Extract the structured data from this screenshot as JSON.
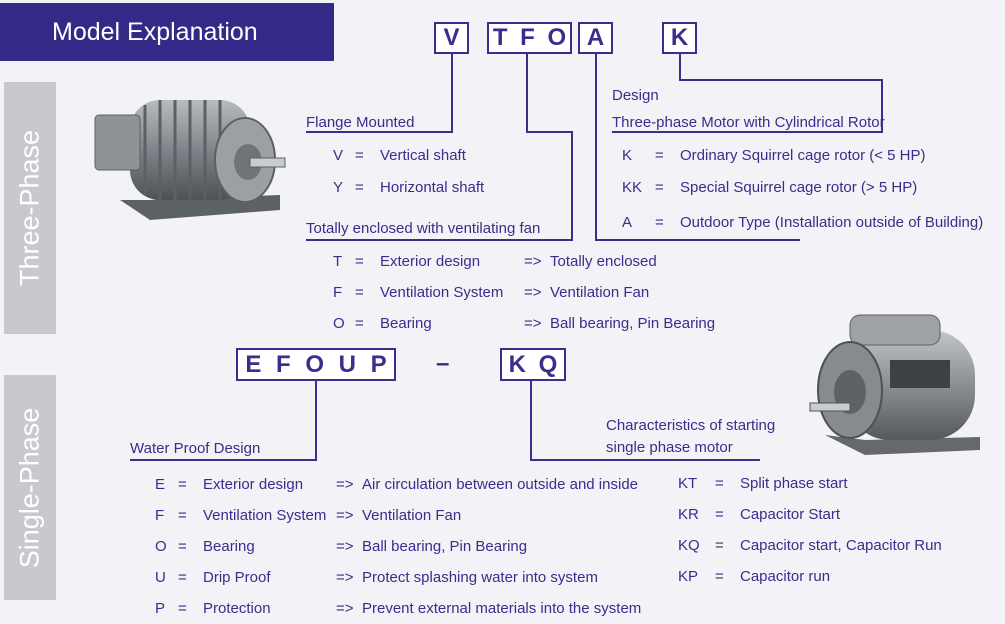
{
  "title": "Model Explanation",
  "side_tabs": {
    "three_phase": "Three-Phase",
    "single_phase": "Single-Phase"
  },
  "three_phase_code": {
    "left": "V",
    "middle": "T F O",
    "a": "A",
    "right": "K"
  },
  "flange": {
    "heading": "Flange Mounted",
    "items": [
      {
        "code": "V",
        "eq": "=",
        "desc": "Vertical shaft"
      },
      {
        "code": "Y",
        "eq": "=",
        "desc": "Horizontal shaft"
      }
    ]
  },
  "design": {
    "label": "Design",
    "heading": "Three-phase Motor with Cylindrical Rotor",
    "items": [
      {
        "code": "K",
        "eq": "=",
        "desc": "Ordinary Squirrel cage rotor (< 5 HP)"
      },
      {
        "code": "KK",
        "eq": "=",
        "desc": "Special Squirrel cage rotor (> 5 HP)"
      },
      {
        "code": "A",
        "eq": "=",
        "desc": "Outdoor Type (Installation outside of Building)"
      }
    ]
  },
  "tefc": {
    "heading": "Totally enclosed with ventilating fan",
    "items": [
      {
        "code": "T",
        "eq": "=",
        "desc": "Exterior design",
        "arrow": "=>",
        "result": "Totally enclosed"
      },
      {
        "code": "F",
        "eq": "=",
        "desc": "Ventilation System",
        "arrow": "=>",
        "result": "Ventilation Fan"
      },
      {
        "code": "O",
        "eq": "=",
        "desc": "Bearing",
        "arrow": "=>",
        "result": "Ball bearing, Pin Bearing"
      }
    ]
  },
  "single_phase_code": {
    "left": "E F O U P",
    "dash": "–",
    "right": "K Q"
  },
  "waterproof": {
    "heading": "Water Proof Design",
    "items": [
      {
        "code": "E",
        "eq": "=",
        "desc": "Exterior design",
        "arrow": "=>",
        "result": "Air circulation between outside and inside"
      },
      {
        "code": "F",
        "eq": "=",
        "desc": "Ventilation System",
        "arrow": "=>",
        "result": "Ventilation Fan"
      },
      {
        "code": "O",
        "eq": "=",
        "desc": "Bearing",
        "arrow": "=>",
        "result": "Ball bearing, Pin Bearing"
      },
      {
        "code": "U",
        "eq": "=",
        "desc": "Drip Proof",
        "arrow": "=>",
        "result": "Protect splashing water into system"
      },
      {
        "code": "P",
        "eq": "=",
        "desc": "Protection",
        "arrow": "=>",
        "result": "Prevent external materials into the system"
      }
    ]
  },
  "starting": {
    "heading_line1": "Characteristics of starting",
    "heading_line2": "single phase motor",
    "items": [
      {
        "code": "KT",
        "eq": "=",
        "desc": "Split phase start"
      },
      {
        "code": "KR",
        "eq": "=",
        "desc": "Capacitor Start"
      },
      {
        "code": "KQ",
        "eq": "=",
        "desc": "Capacitor start, Capacitor Run"
      },
      {
        "code": "KP",
        "eq": "=",
        "desc": "Capacitor run"
      }
    ]
  },
  "colors": {
    "accent": "#322a86",
    "text": "#3a2d8c",
    "tab": "#c9c8cd",
    "background": "#f3f2f6"
  }
}
